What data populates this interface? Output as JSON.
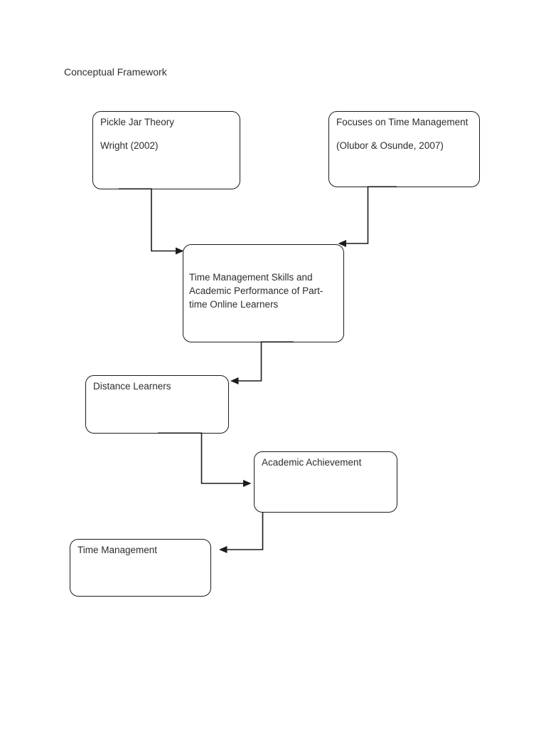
{
  "page": {
    "heading": "Conceptual Framework"
  },
  "diagram": {
    "line_color": "#1c1c1c",
    "box_fill": "#ffffff",
    "text_color": "#2d2d2d",
    "nodes": {
      "pickle_jar_theory": {
        "title": "Pickle Jar Theory",
        "subtitle": "Wright (2002)"
      },
      "focuses_time_management": {
        "title": "Focuses on Time Management",
        "subtitle": "(Olubor & Osunde, 2007)"
      },
      "central_topic": {
        "text": "Time Management Skills and\nAcademic Performance of Part-\ntime Online Learners"
      },
      "distance_learners": {
        "title": "Distance Learners"
      },
      "academic_achievement": {
        "title": "Academic Achievement"
      },
      "time_management": {
        "title": "Time Management"
      }
    },
    "connections": [
      {
        "from": "pickle_jar_theory",
        "to": "central_topic"
      },
      {
        "from": "focuses_time_management",
        "to": "central_topic"
      },
      {
        "from": "central_topic",
        "to": "distance_learners"
      },
      {
        "from": "distance_learners",
        "to": "academic_achievement"
      },
      {
        "from": "academic_achievement",
        "to": "time_management"
      }
    ]
  }
}
